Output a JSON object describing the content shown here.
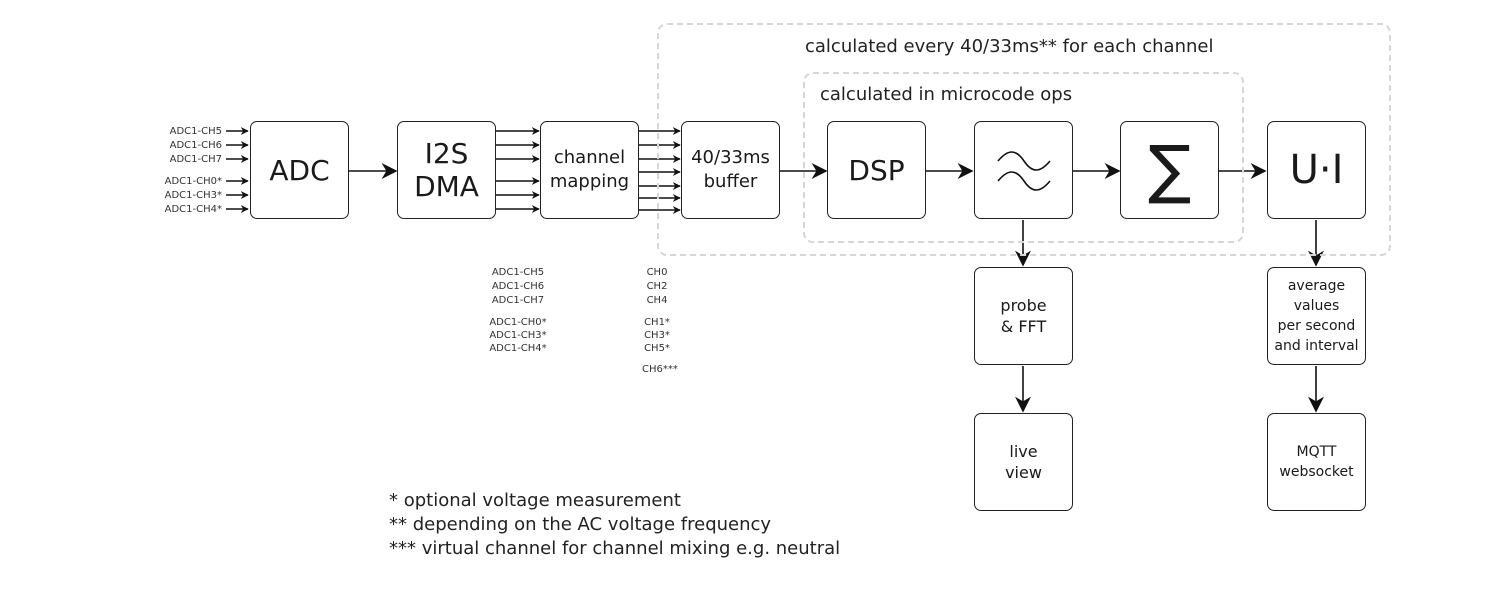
{
  "regions": {
    "outer_label": "calculated every 40/33ms** for each channel",
    "inner_label": "calculated in microcode ops"
  },
  "blocks": {
    "adc": "ADC",
    "i2s_dma": "I2S\nDMA",
    "channel_mapping": "channel\nmapping",
    "buffer": "40/33ms\nbuffer",
    "dsp": "DSP",
    "filter_icon": "wave-filter-icon",
    "sum_symbol": "∑",
    "power_symbol": "U·I",
    "probe_fft": "probe\n& FFT",
    "live_view": "live\nview",
    "average_values": "average\nvalues\nper second\nand interval",
    "mqtt_websocket": "MQTT\nwebsocket"
  },
  "inputs": [
    "ADC1-CH5",
    "ADC1-CH6",
    "ADC1-CH7",
    "ADC1-CH0*",
    "ADC1-CH3*",
    "ADC1-CH4*"
  ],
  "mapping_table": {
    "adc_channels": [
      "ADC1-CH5",
      "ADC1-CH6",
      "ADC1-CH7",
      "ADC1-CH0*",
      "ADC1-CH3*",
      "ADC1-CH4*"
    ],
    "logical_channels": [
      "CH0",
      "CH2",
      "CH4",
      "CH1*",
      "CH3*",
      "CH5*",
      "CH6***"
    ]
  },
  "footnotes": [
    "* optional voltage measurement",
    "** depending on the AC voltage frequency",
    "*** virtual channel for channel mixing e.g. neutral"
  ]
}
